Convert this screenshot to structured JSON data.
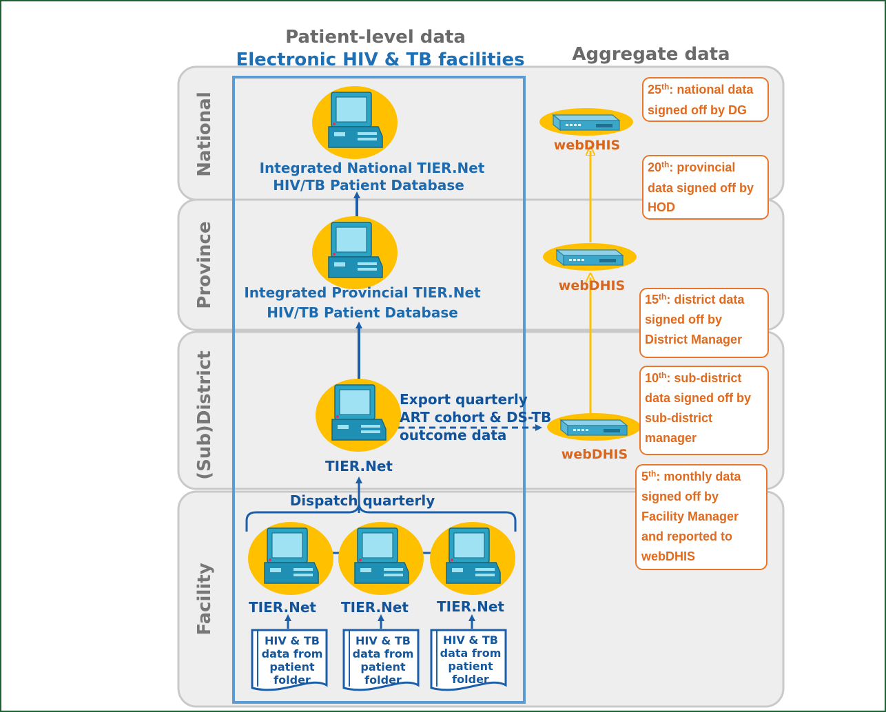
{
  "headers": {
    "patient_level": "Patient-level data",
    "electronic": "Electronic HIV & TB facilities",
    "aggregate": "Aggregate data"
  },
  "bands": {
    "national": "National",
    "province": "Province",
    "subdistrict": "(Sub)District",
    "facility": "Facility"
  },
  "nodes": {
    "national_db": [
      "Integrated National TIER.Net",
      "HIV/TB Patient Database"
    ],
    "provincial_db": [
      "Integrated Provincial TIER.Net",
      "HIV/TB Patient Database"
    ],
    "subdistrict_tier": "TIER.Net",
    "facility_tier": [
      "TIER.Net",
      "TIER.Net",
      "TIER.Net"
    ],
    "webdhis": [
      "webDHIS",
      "webDHIS",
      "webDHIS"
    ]
  },
  "flows": {
    "export": [
      "Export quarterly",
      "ART cohort & DS-TB",
      "outcome data"
    ],
    "dispatch": "Dispatch quarterly"
  },
  "documents": [
    [
      "HIV & TB",
      "data from",
      "patient",
      "folder"
    ],
    [
      "HIV & TB",
      "data from",
      "patient",
      "folder"
    ],
    [
      "HIV & TB",
      "data from",
      "patient",
      "folder"
    ]
  ],
  "notes": [
    {
      "day": "25",
      "sup": "th",
      "lines": [
        ": national data",
        "signed off by DG"
      ]
    },
    {
      "day": "20",
      "sup": "th",
      "lines": [
        ": provincial",
        "data signed off by",
        "HOD"
      ]
    },
    {
      "day": "15",
      "sup": "th",
      "lines": [
        ": district data",
        "signed off by",
        "District Manager"
      ]
    },
    {
      "day": "10",
      "sup": "th",
      "lines": [
        ": sub-district",
        "data signed off by",
        "sub-district",
        "manager"
      ]
    },
    {
      "day": "5",
      "sup": "th",
      "lines": [
        ": monthly data",
        "signed off by",
        "Facility Manager",
        "and reported to",
        "webDHIS"
      ]
    }
  ],
  "colors": {
    "band_fill": "#eeeeef",
    "band_stroke": "#c9c9c9",
    "patient_box": "#5b9bd5",
    "arrow_blue": "#1c5fa8",
    "arrow_yellow": "#ffc000",
    "note_orange": "#e9752b",
    "computer_halo": "#ffc000"
  },
  "icons": [
    "computer-icon",
    "server-icon",
    "document-icon"
  ]
}
